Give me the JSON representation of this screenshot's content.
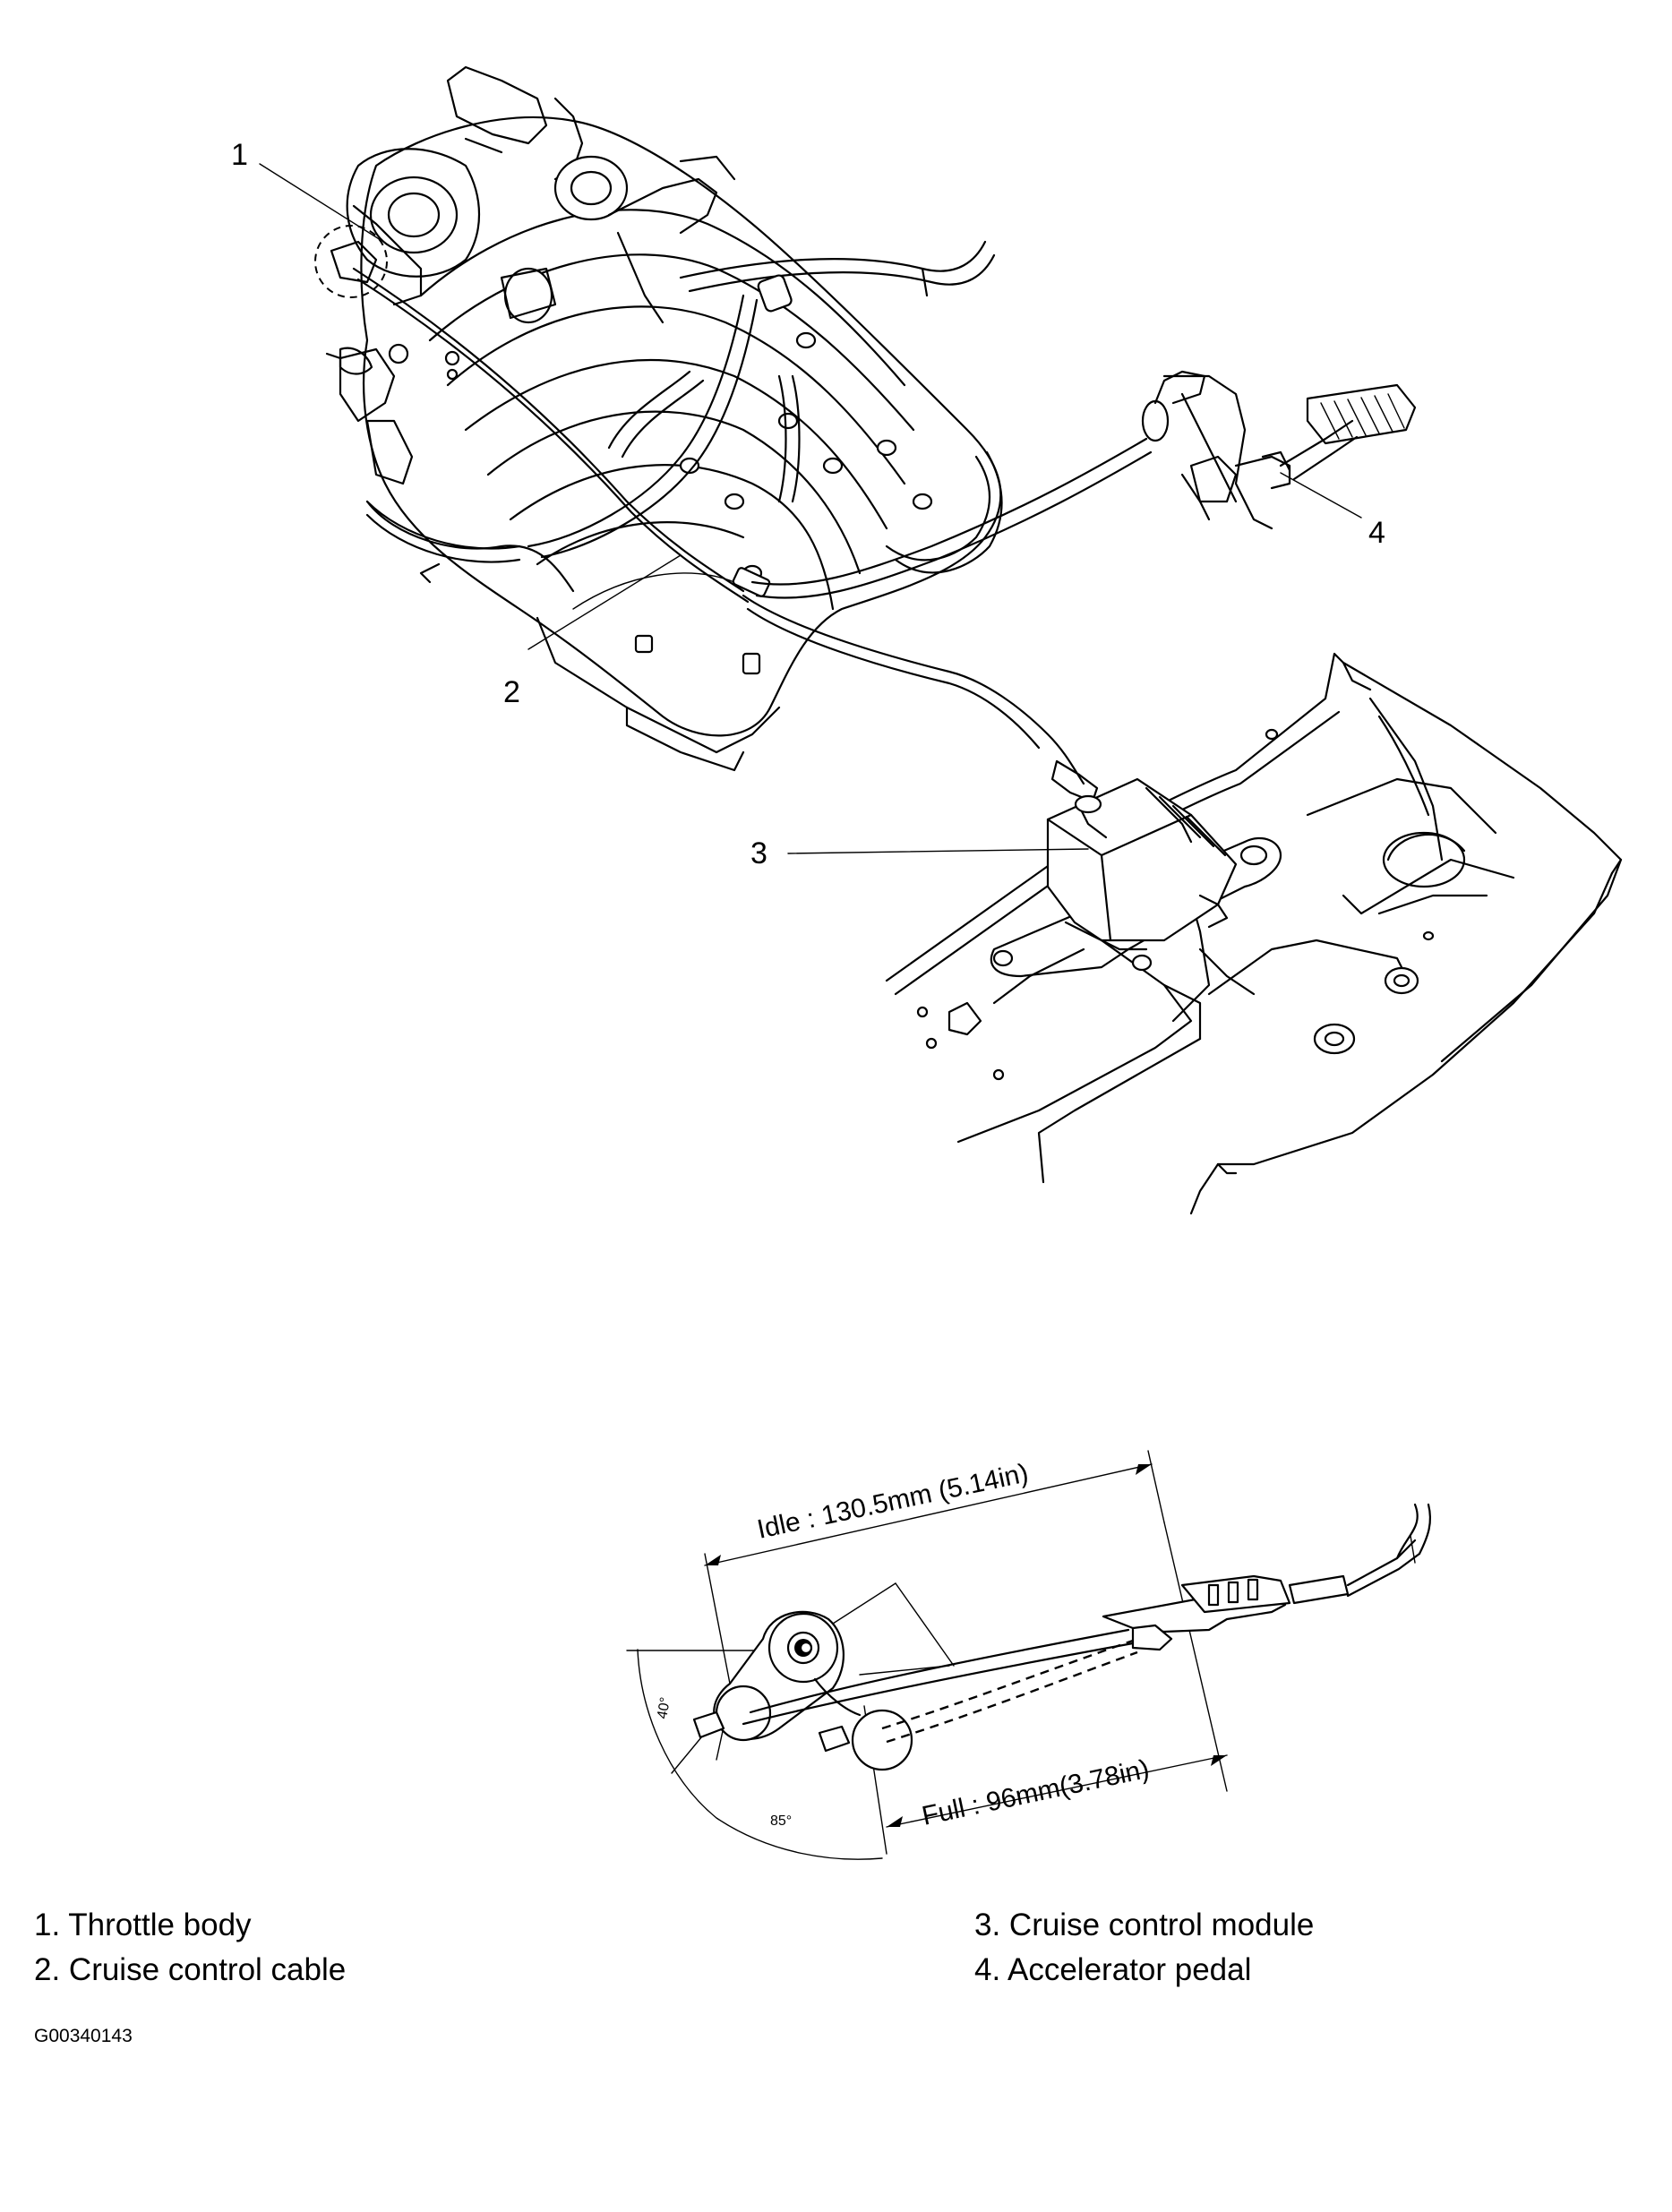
{
  "callouts": [
    "1",
    "2",
    "3",
    "4"
  ],
  "dimensions": {
    "idle": "Idle : 130.5mm (5.14in)",
    "full": "Full : 96mm(3.78in)",
    "angle_small": "40°",
    "angle_large": "85°"
  },
  "legend": {
    "left": [
      "1. Throttle body",
      "2. Cruise control cable"
    ],
    "right": [
      "3. Cruise control module",
      "4. Accelerator pedal"
    ]
  },
  "figure_id": "G00340143"
}
